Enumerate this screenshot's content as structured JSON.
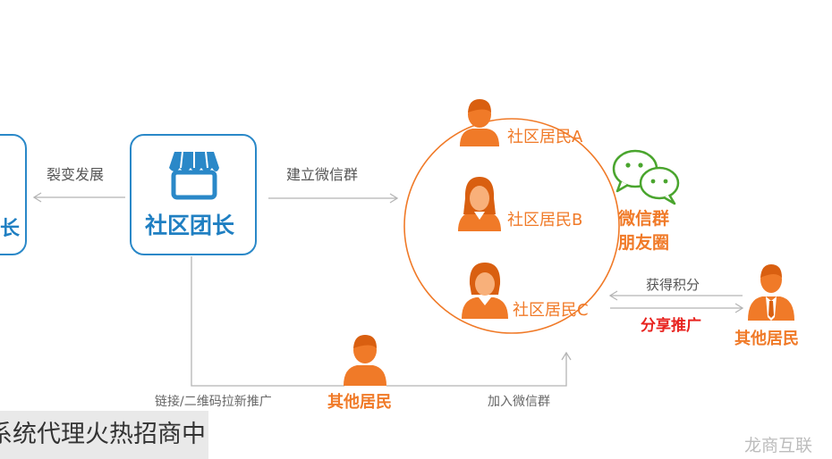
{
  "left_box": {
    "label": "长"
  },
  "center_box": {
    "label": "社区团长",
    "icon": "storefront-icon"
  },
  "arrows": {
    "fission": "裂变发展",
    "build_group": "建立微信群",
    "earn_points": "获得积分",
    "share_promote": "分享推广",
    "link_qr": "链接/二维码拉新推广",
    "join_group": "加入微信群"
  },
  "circle": {
    "residents": [
      {
        "label": "社区居民A",
        "icon": "male-user-icon"
      },
      {
        "label": "社区居民B",
        "icon": "female-user-icon"
      },
      {
        "label": "社区居民C",
        "icon": "female-user-icon"
      }
    ],
    "wechat": {
      "line1": "微信群",
      "line2": "朋友圈",
      "icon": "wechat-icon"
    }
  },
  "other_residents_right": {
    "label": "其他居民",
    "icon": "businessman-icon"
  },
  "other_residents_bottom": {
    "label": "其他居民",
    "icon": "male-user-icon"
  },
  "banner": {
    "text": "系统代理火热招商中"
  },
  "watermark": {
    "text": "龙商互联"
  },
  "colors": {
    "blue": "#2a88c8",
    "orange": "#f07a28",
    "red": "#e8231f",
    "gray_line": "#b5b5b5"
  }
}
